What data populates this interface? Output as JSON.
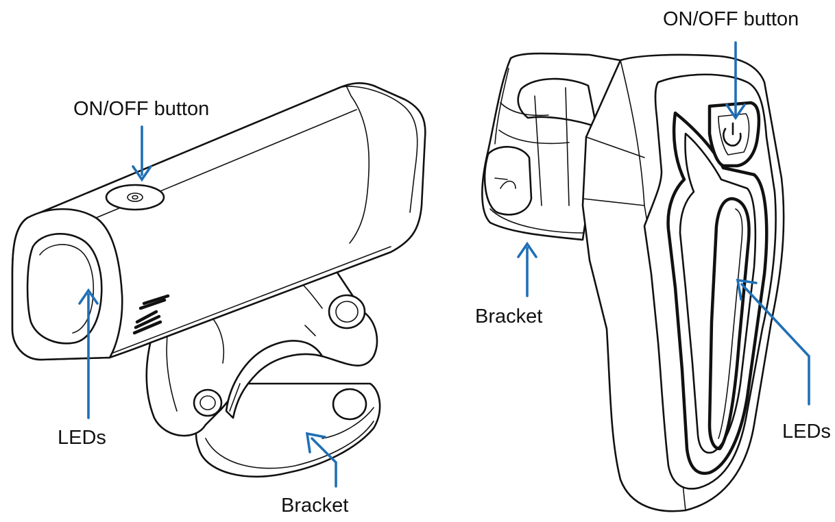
{
  "labels": {
    "front_on_off": "ON/OFF button",
    "front_leds": "LEDs",
    "front_bracket": "Bracket",
    "rear_on_off": "ON/OFF button",
    "rear_bracket": "Bracket",
    "rear_leds": "LEDs"
  },
  "colors": {
    "arrow": "#1f6fb6",
    "line_art": "#111111",
    "background": "#ffffff"
  }
}
